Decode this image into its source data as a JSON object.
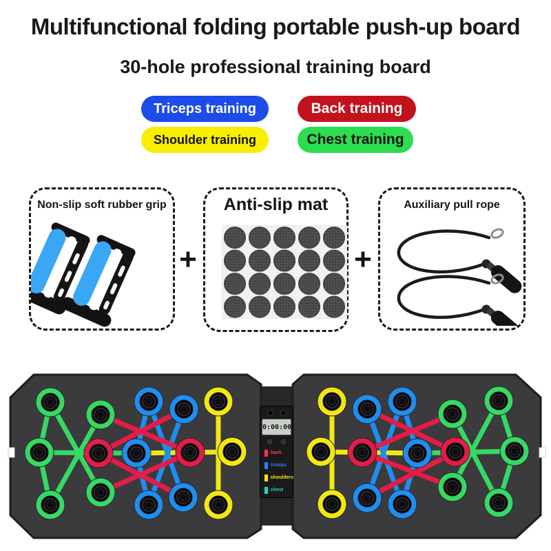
{
  "header": {
    "title": "Multifunctional folding portable push-up board",
    "subtitle": "30-hole professional training board"
  },
  "training_tags": [
    {
      "label": "Triceps training",
      "bg": "#1d4ce8",
      "fg": "#ffffff"
    },
    {
      "label": "Back training",
      "bg": "#c2121c",
      "fg": "#ffffff"
    },
    {
      "label": "Shoulder training",
      "bg": "#f7ee00",
      "fg": "#111111"
    },
    {
      "label": "Chest training",
      "bg": "#2cdd50",
      "fg": "#111111"
    }
  ],
  "accessories": {
    "separator": "+",
    "grip": {
      "label": "Non-slip soft rubber grip"
    },
    "mat": {
      "label": "Anti-slip mat",
      "rows": 4,
      "cols": 5
    },
    "rope": {
      "label": "Auxiliary pull rope"
    }
  },
  "board": {
    "face_color": "#3b3b3d",
    "edge_color": "#1e1e20",
    "ring_colors": {
      "green": "#35d963",
      "blue": "#1e8ef0",
      "yellow": "#f2e713",
      "red": "#e51c48"
    },
    "counter": {
      "time": "0:00",
      "count": ":00"
    },
    "legend": [
      {
        "label": "back",
        "color": "#ff3358"
      },
      {
        "label": "triceps",
        "color": "#2f7df6"
      },
      {
        "label": "shoulders",
        "color": "#f2e713"
      },
      {
        "label": "chest",
        "color": "#1fd9b0"
      }
    ],
    "halves": [
      {
        "outline": [
          [
            49,
            9
          ],
          [
            359,
            9
          ],
          [
            379,
            23
          ],
          [
            379,
            233
          ],
          [
            359,
            246
          ],
          [
            49,
            246
          ],
          [
            15,
            213
          ],
          [
            15,
            42
          ]
        ],
        "lines": [
          [
            317,
            48,
            317,
            198,
            "yellow"
          ],
          [
            198,
            123,
            337,
            121,
            "yellow"
          ],
          [
            57,
            122,
            73,
            49,
            "green"
          ],
          [
            57,
            122,
            73,
            198,
            "green"
          ],
          [
            73,
            49,
            146,
            180,
            "green"
          ],
          [
            73,
            198,
            146,
            67,
            "green"
          ],
          [
            57,
            122,
            198,
            123,
            "green"
          ],
          [
            216,
            48,
            198,
            123,
            "blue"
          ],
          [
            198,
            123,
            216,
            198,
            "blue"
          ],
          [
            216,
            48,
            266,
            187,
            "blue"
          ],
          [
            267,
            59,
            216,
            198,
            "blue"
          ],
          [
            143,
            123,
            267,
            59,
            "red"
          ],
          [
            143,
            123,
            266,
            187,
            "red"
          ],
          [
            276,
            122,
            146,
            67,
            "red"
          ],
          [
            276,
            122,
            146,
            180,
            "red"
          ]
        ],
        "holes": [
          [
            73,
            49,
            "green"
          ],
          [
            146,
            67,
            "green"
          ],
          [
            216,
            48,
            "blue"
          ],
          [
            267,
            59,
            "blue"
          ],
          [
            317,
            48,
            "yellow"
          ],
          [
            57,
            122,
            "green"
          ],
          [
            143,
            123,
            "red"
          ],
          [
            198,
            123,
            "blue"
          ],
          [
            276,
            122,
            "red"
          ],
          [
            337,
            121,
            "yellow"
          ],
          [
            73,
            198,
            "green"
          ],
          [
            146,
            180,
            "green"
          ],
          [
            216,
            198,
            "blue"
          ],
          [
            266,
            187,
            "blue"
          ],
          [
            317,
            198,
            "yellow"
          ]
        ]
      },
      {
        "outline": [
          [
            425,
            23
          ],
          [
            441,
            9
          ],
          [
            749,
            9
          ],
          [
            785,
            42
          ],
          [
            785,
            213
          ],
          [
            749,
            246
          ],
          [
            441,
            246
          ],
          [
            425,
            233
          ]
        ],
        "lines": [
          [
            482,
            48,
            482,
            197,
            "yellow"
          ],
          [
            466,
            121,
            606,
            123,
            "yellow"
          ],
          [
            747,
            120,
            724,
            47,
            "green"
          ],
          [
            747,
            120,
            724,
            195,
            "green"
          ],
          [
            724,
            47,
            657,
            172,
            "green"
          ],
          [
            724,
            195,
            657,
            66,
            "green"
          ],
          [
            606,
            123,
            747,
            120,
            "green"
          ],
          [
            584,
            48,
            606,
            123,
            "blue"
          ],
          [
            606,
            123,
            584,
            197,
            "blue"
          ],
          [
            584,
            48,
            533,
            188,
            "blue"
          ],
          [
            533,
            59,
            584,
            197,
            "blue"
          ],
          [
            661,
            121,
            533,
            59,
            "red"
          ],
          [
            661,
            121,
            533,
            188,
            "red"
          ],
          [
            526,
            122,
            657,
            66,
            "red"
          ],
          [
            526,
            122,
            657,
            172,
            "red"
          ]
        ],
        "holes": [
          [
            482,
            48,
            "yellow"
          ],
          [
            533,
            59,
            "blue"
          ],
          [
            584,
            48,
            "blue"
          ],
          [
            657,
            66,
            "green"
          ],
          [
            724,
            47,
            "green"
          ],
          [
            466,
            121,
            "yellow"
          ],
          [
            526,
            122,
            "red"
          ],
          [
            606,
            123,
            "blue"
          ],
          [
            661,
            121,
            "red"
          ],
          [
            747,
            120,
            "green"
          ],
          [
            482,
            197,
            "yellow"
          ],
          [
            533,
            188,
            "blue"
          ],
          [
            584,
            197,
            "blue"
          ],
          [
            657,
            172,
            "green"
          ],
          [
            724,
            195,
            "green"
          ]
        ]
      }
    ]
  }
}
